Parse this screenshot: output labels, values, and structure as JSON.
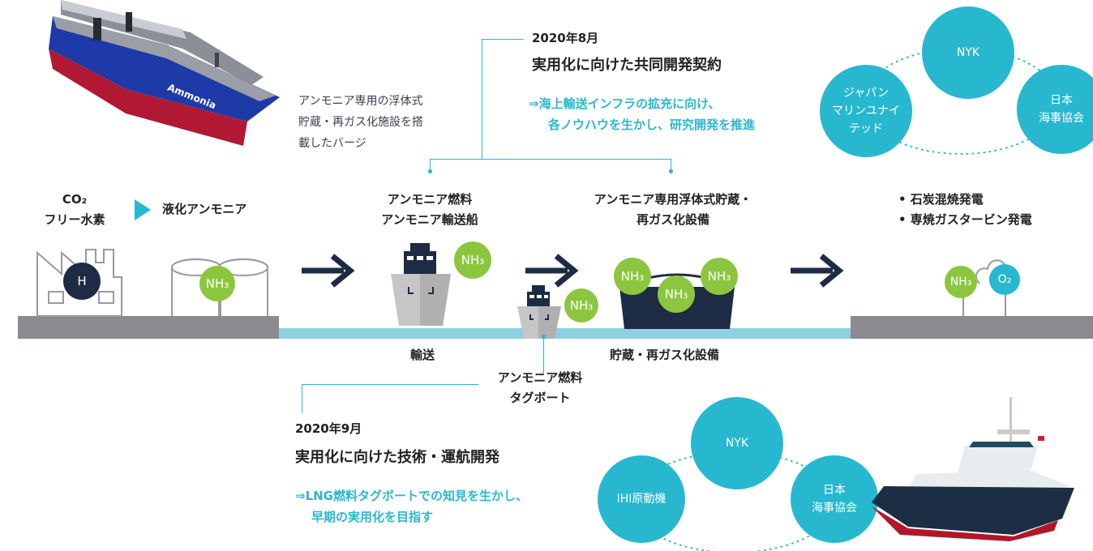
{
  "barge": {
    "hull_text": "Ammonia",
    "caption_lines": [
      "アンモニア専用の浮体式",
      "貯蔵・再ガス化施設を搭",
      "載したバージ"
    ]
  },
  "top_project": {
    "date": "2020年8月",
    "title": "実用化に向けた共同開発契約",
    "desc_lines": [
      "⇒海上輸送インフラの拡充に向け、",
      "各ノウハウを生かし、研究開発を推進"
    ]
  },
  "top_partners": [
    "NYK",
    "ジャパン\nマリンユナイ\nテッド",
    "日本\n海事協会"
  ],
  "chain": {
    "co2_free_h2": [
      "CO₂",
      "フリー水素"
    ],
    "liquid_ammonia": "液化アンモニア",
    "fuel_carrier": [
      "アンモニア燃料",
      "アンモニア輸送船"
    ],
    "storage_facility": [
      "アンモニア専用浮体式貯蔵・",
      "再ガス化設備"
    ],
    "power_uses": [
      "• 石炭混焼発電",
      "• 専焼ガスタービン発電"
    ],
    "h_label": "H",
    "nh3_label": "NH₃",
    "o2_label": "O₂",
    "transport_label": "輸送",
    "storage_label": "貯蔵・再ガス化設備"
  },
  "tug_label": [
    "アンモニア燃料",
    "タグボート"
  ],
  "bottom_project": {
    "date": "2020年9月",
    "title": "実用化に向けた技術・運航開発",
    "desc_lines": [
      "⇒LNG燃料タグボートでの知見を生かし、",
      "早期の実用化を目指す"
    ]
  },
  "bottom_partners": [
    "NYK",
    "IHI原動機",
    "日本\n海事協会"
  ],
  "colors": {
    "teal": "#27b8d0",
    "green": "#8cc63f",
    "navy": "#1e2b45",
    "ground": "#8d8990",
    "water": "#8ed0e0"
  }
}
